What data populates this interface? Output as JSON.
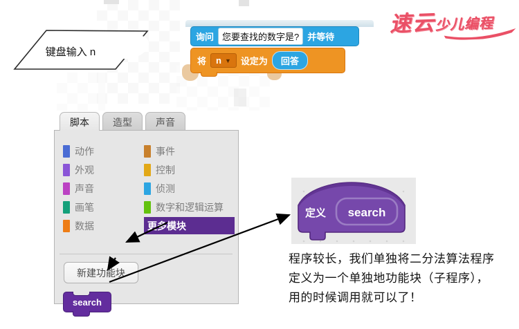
{
  "logo": {
    "text_main": "速云",
    "text_sub": "少儿编程",
    "color": "#ea5066"
  },
  "flowchart": {
    "label": "键盘输入 n"
  },
  "scratch_snippet": {
    "ask_block": {
      "prefix": "询问",
      "question": "您要查找的数字是?",
      "suffix": "并等待",
      "color": "#2ca5e2"
    },
    "set_block": {
      "prefix": "将",
      "variable": "n",
      "middle": "设定为",
      "value": "回答",
      "color": "#ee9423",
      "value_color": "#2ca5e2"
    }
  },
  "palette": {
    "tabs": [
      {
        "label": "脚本",
        "active": true
      },
      {
        "label": "造型",
        "active": false
      },
      {
        "label": "声音",
        "active": false
      }
    ],
    "categories_left": [
      {
        "label": "动作",
        "color": "#4a6cd4"
      },
      {
        "label": "外观",
        "color": "#8a55d7"
      },
      {
        "label": "声音",
        "color": "#bb42c3"
      },
      {
        "label": "画笔",
        "color": "#14a07a"
      },
      {
        "label": "数据",
        "color": "#ee7d16"
      }
    ],
    "categories_right": [
      {
        "label": "事件",
        "color": "#c8802c"
      },
      {
        "label": "控制",
        "color": "#e2a817"
      },
      {
        "label": "侦测",
        "color": "#2ca5e2"
      },
      {
        "label": "数字和逻辑运算",
        "color": "#63c20e"
      },
      {
        "label": "更多模块",
        "color": "#5c2d91",
        "selected": true
      }
    ],
    "make_block_button": "新建功能块",
    "custom_block": "search"
  },
  "define_block": {
    "keyword": "定义",
    "name": "search",
    "color": "#7648ab"
  },
  "caption": {
    "lines": [
      "程序较长，我们单独将二分法算法程序",
      "定义为一个单独地功能块（子程序），",
      "用的时候调用就可以了！"
    ]
  }
}
